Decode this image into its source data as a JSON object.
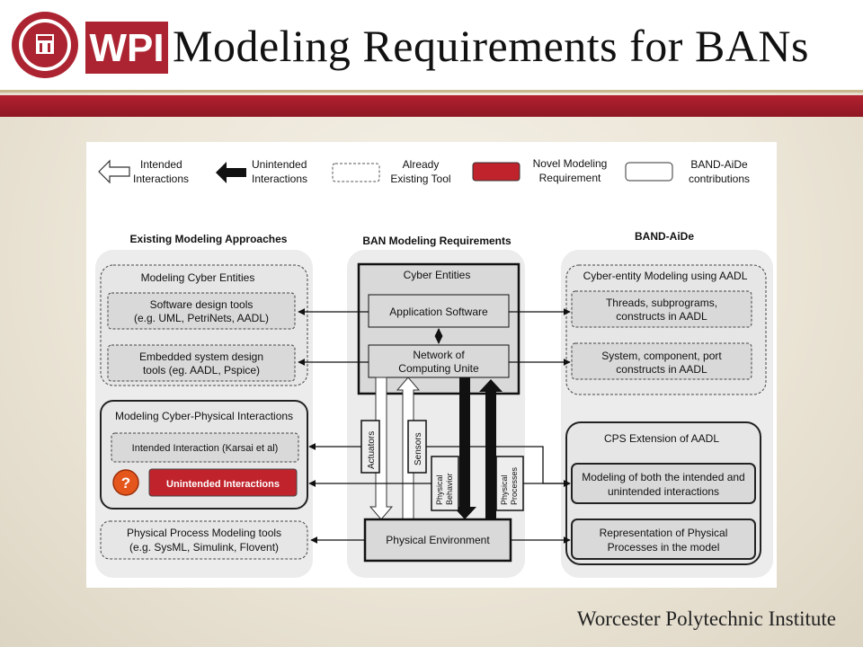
{
  "slide": {
    "title": "Modeling Requirements for BANs",
    "logo_text": "WPI",
    "footer": "Worcester Polytechnic Institute"
  },
  "legend": {
    "intended": [
      "Intended",
      "Interactions"
    ],
    "unintended": [
      "Unintended",
      "Interactions"
    ],
    "existing": [
      "Already",
      "Existing Tool"
    ],
    "novel": [
      "Novel Modeling",
      "Requirement"
    ],
    "contrib": [
      "BAND-AiDe",
      "contributions"
    ]
  },
  "columns": {
    "left": "Existing Modeling Approaches",
    "center": "BAN Modeling Requirements",
    "right": "BAND-AiDe"
  },
  "left": {
    "cyber_group": "Modeling Cyber Entities",
    "software_tools": [
      "Software design tools",
      "(e.g. UML, PetriNets, AADL)"
    ],
    "embedded_tools": [
      "Embedded system design",
      "tools (eg. AADL, Pspice)"
    ],
    "cps_group": "Modeling Cyber-Physical Interactions",
    "intended_interaction": "Intended Interaction (Karsai et al)",
    "unintended_interactions": "Unintended Interactions",
    "question_mark": "?",
    "physical_tools": [
      "Physical Process Modeling  tools",
      "(e.g. SysML, Simulink, Flovent)"
    ]
  },
  "center": {
    "cyber_entities": "Cyber Entities",
    "app_software": "Application Software",
    "network": [
      "Network of",
      "Computing Unite"
    ],
    "actuators": "Actuators",
    "sensors": "Sensors",
    "physical_behavior": [
      "Physical",
      "Behavior"
    ],
    "physical_processes": [
      "Physical",
      "Processes"
    ],
    "physical_environment": "Physical Environment"
  },
  "right": {
    "cyber_group": "Cyber-entity  Modeling using AADL",
    "threads": [
      "Threads, subprograms,",
      "constructs in AADL"
    ],
    "system": [
      "System, component, port",
      "constructs in AADL"
    ],
    "cps_group": "CPS Extension of AADL",
    "modeling_both": [
      "Modeling of both the intended and",
      "unintended interactions"
    ],
    "representation": [
      "Representation of  Physical",
      "Processes in the model"
    ]
  },
  "colors": {
    "wpi_red": "#ac2431",
    "novel_red": "#c0232b",
    "box_gray": "#d9d9d9",
    "panel_gray": "#ececec"
  }
}
